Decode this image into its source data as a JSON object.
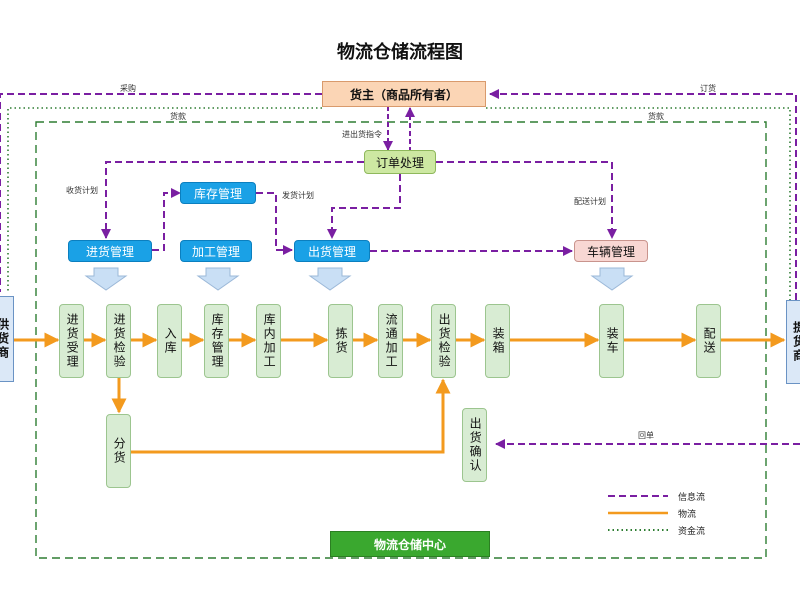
{
  "title": "物流仓储流程图",
  "owner": "货主（商品所有者）",
  "order": "订单处理",
  "inventory_mgmt": "库存管理",
  "inbound_mgmt": "进货管理",
  "processing_mgmt": "加工管理",
  "outbound_mgmt": "出货管理",
  "vehicle_mgmt": "车辆管理",
  "supplier": "供货商",
  "customer": "提货商",
  "steps": {
    "receive": "进货受理",
    "inspect": "进货检验",
    "putaway": "入库",
    "stock": "库存管理",
    "process": "库内加工",
    "pick": "拣货",
    "circ": "流通加工",
    "outinspect": "出货检验",
    "pack": "装箱",
    "load": "装车",
    "deliver": "配送",
    "split": "分货",
    "confirm": "出货确认"
  },
  "edge_labels": {
    "purchase": "采购",
    "payment_left": "货款",
    "order_right": "订货",
    "payment_right": "货款",
    "inout_cmd": "进出货指令",
    "receive_plan": "收货计划",
    "ship_plan": "发货计划",
    "delivery_plan": "配送计划",
    "receipt": "回单"
  },
  "center_label": "物流仓储中心",
  "legend": {
    "info": "信息流",
    "material": "物流",
    "fund": "资金流"
  },
  "colors": {
    "info_flow": "#7a1fa2",
    "material_flow": "#f39a1e",
    "fund_flow": "#2e7d32",
    "center_border": "#2e7d32",
    "blue_box": "#1aa1e6",
    "green_box": "#d8ecd3",
    "owner_box": "#fbd5b5",
    "order_box": "#cde8a2",
    "vehicle_box": "#f8d7d3",
    "side_box": "#dbe8f7",
    "center_box": "#3aa82f"
  }
}
